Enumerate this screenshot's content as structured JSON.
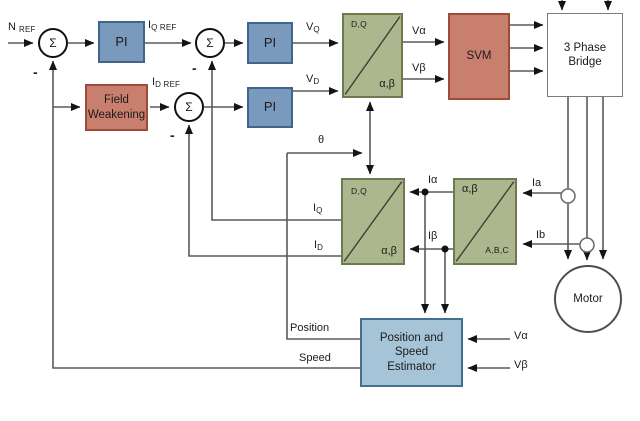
{
  "colors": {
    "pi_fill": "#7a9abd",
    "pi_border": "#40658a",
    "red_fill": "#c97f6e",
    "red_border": "#9e4b3a",
    "green_fill": "#adb78d",
    "green_border": "#6e7a52",
    "estimator_fill": "#a6c4d7",
    "estimator_border": "#44708e",
    "line": "#5a5a5a",
    "arrow": "#141414",
    "text": "#1b1b1b"
  },
  "blocks": {
    "pi_speed": "PI",
    "pi_q": "PI",
    "pi_d": "PI",
    "field_weakening": "Field Weakening",
    "svm": "SVM",
    "bridge": "3 Phase Bridge",
    "motor": "Motor",
    "estimator": {
      "line1": "Position and",
      "line2": "Speed",
      "line3": "Estimator"
    },
    "inv_park": {
      "top": "D,Q",
      "bottom": "α,β"
    },
    "park": {
      "top": "D,Q",
      "bottom": "α,β"
    },
    "clarke": {
      "top": "α,β",
      "bottom": "A,B,C"
    }
  },
  "sums": {
    "symbol": "Σ",
    "minus": "-"
  },
  "signals": {
    "n_ref": {
      "main": "N",
      "sub": "REF"
    },
    "iq_ref": {
      "main": "I",
      "sub": "Q REF"
    },
    "id_ref": {
      "main": "I",
      "sub": "D REF"
    },
    "vq": {
      "main": "V",
      "sub": "Q"
    },
    "vd": {
      "main": "V",
      "sub": "D"
    },
    "v_alpha": "Vα",
    "v_beta": "Vβ",
    "theta": "θ",
    "iq": {
      "main": "I",
      "sub": "Q"
    },
    "id": {
      "main": "I",
      "sub": "D"
    },
    "i_alpha": "Iα",
    "i_beta": "Iβ",
    "ia": "Ia",
    "ib": "Ib",
    "position": "Position",
    "speed": "Speed",
    "v_alpha_est": "Vα",
    "v_beta_est": "Vβ"
  }
}
